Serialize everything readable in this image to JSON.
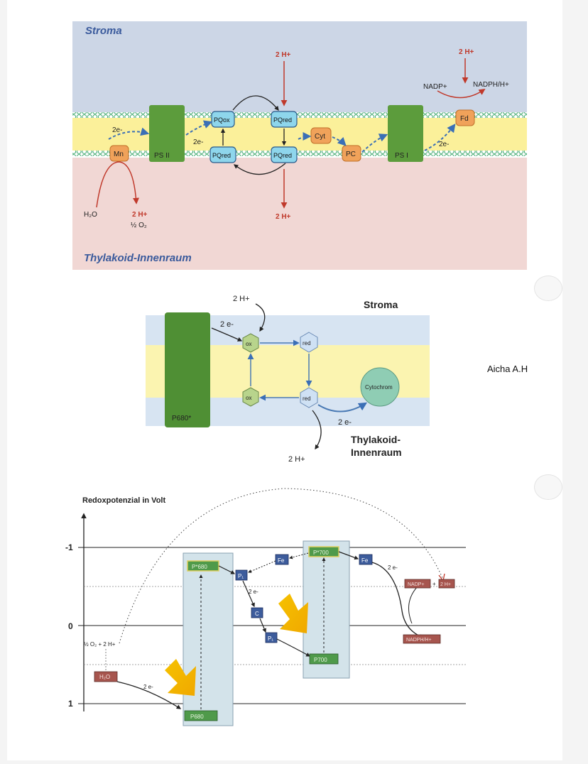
{
  "author": "Aicha A.H",
  "diagram1": {
    "stroma_label": "Stroma",
    "lumen_label": "Thylakoid-Innenraum",
    "ps2_label": "PS II",
    "ps1_label": "PS I",
    "mn_label": "Mn",
    "pq_ox_top": "PQox",
    "pq_red_top": "PQred",
    "pq_red_bottom_left": "PQred",
    "pq_red_bottom_right": "PQred",
    "cyt_label": "Cyt",
    "pc_label": "PC",
    "fd_label": "Fd",
    "h2o_label": "H₂O",
    "h_lumen_ps2": "2 H+",
    "o2_label": "½ O₂",
    "h_top_pq": "2 H+",
    "h_bottom_pq": "2 H+",
    "h_top_fd": "2 H+",
    "nadp_label": "NADP+",
    "nadph_label": "NADPH/H+",
    "e_left": "2e-",
    "e_mid": "2e-",
    "e_right": "2e-"
  },
  "diagram2": {
    "stroma_label": "Stroma",
    "lumen_label_1": "Thylakoid-",
    "lumen_label_2": "Innenraum",
    "p680_label": "P680*",
    "h_top": "2 H+",
    "e_top": "2 e-",
    "ox_top": "ox",
    "red_top": "red",
    "ox_bottom": "ox",
    "red_bottom": "red",
    "cytochrom_label": "Cytochrom",
    "e_bottom": "2 e-",
    "h_bottom": "2 H+"
  },
  "diagram3": {
    "ylabel": "Redoxpotenzial in Volt",
    "tick_minus1": "-1",
    "tick_0": "0",
    "tick_1": "1",
    "o2_label": "½ O₂ + 2 H+",
    "h2o_label": "H₂O",
    "e_left": "2 e-",
    "p680_bottom": "P680",
    "p680_top": "P*680",
    "pi_label": "P₁",
    "e_mid": "2 e-",
    "c_label": "C",
    "pi2_label": "P₁",
    "fe_left": "Fe",
    "p700_top": "P*700",
    "p700_bottom": "P700",
    "fe_right": "Fe",
    "e_right": "2 e-",
    "nadp_label": "NADP+",
    "plus_label": "+",
    "h_label": "2 H+",
    "nadph_label": "NADPH/H+"
  }
}
